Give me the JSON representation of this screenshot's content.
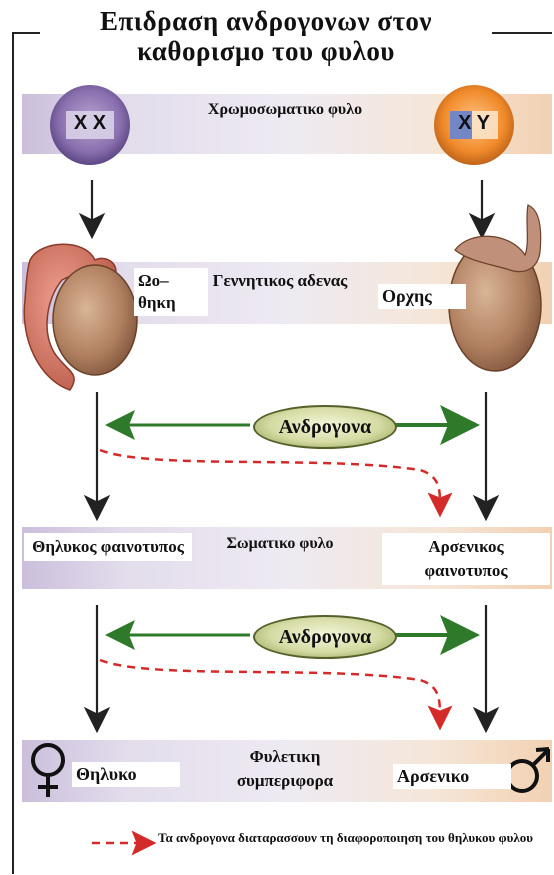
{
  "title": {
    "line1": "Επιδραση ανδρογονων στον",
    "line2": "καθορισμο του φυλου"
  },
  "chromosomes": {
    "female": "X X",
    "male": "X Y"
  },
  "rows": {
    "chromosomal_sex": "Χρωμοσωματικο φυλο",
    "gonadal_female": "Ωο– θηκη",
    "gonadal_center": "Γεννητικος αδενας",
    "gonadal_male": "Ορχης",
    "phenotype_female": "Θηλυκος φαινοτυπος",
    "somatic_center": "Σωματικο φυλο",
    "phenotype_male": "Αρσενικος φαινοτυπος",
    "behavior_female": "Θηλυκο",
    "behavior_center": "Φυλετικη συμπεριφορα",
    "behavior_male": "Αρσενικο"
  },
  "androgens": [
    "Ανδρογονα",
    "Ανδρογονα"
  ],
  "legend": "Τα ανδρογονα διαταρασσουν τη διαφοροποιηση του θηλυκου φυλου",
  "icons": {
    "female": "female-symbol-icon",
    "male": "male-symbol-icon"
  },
  "colors": {
    "female_band": "#cbbfdc",
    "male_band": "#f2d1b2",
    "female_circle": "#8a6fae",
    "male_circle": "#f08a2a",
    "green_arrow": "#2f7a2a",
    "red_dashed": "#d42a2a"
  }
}
